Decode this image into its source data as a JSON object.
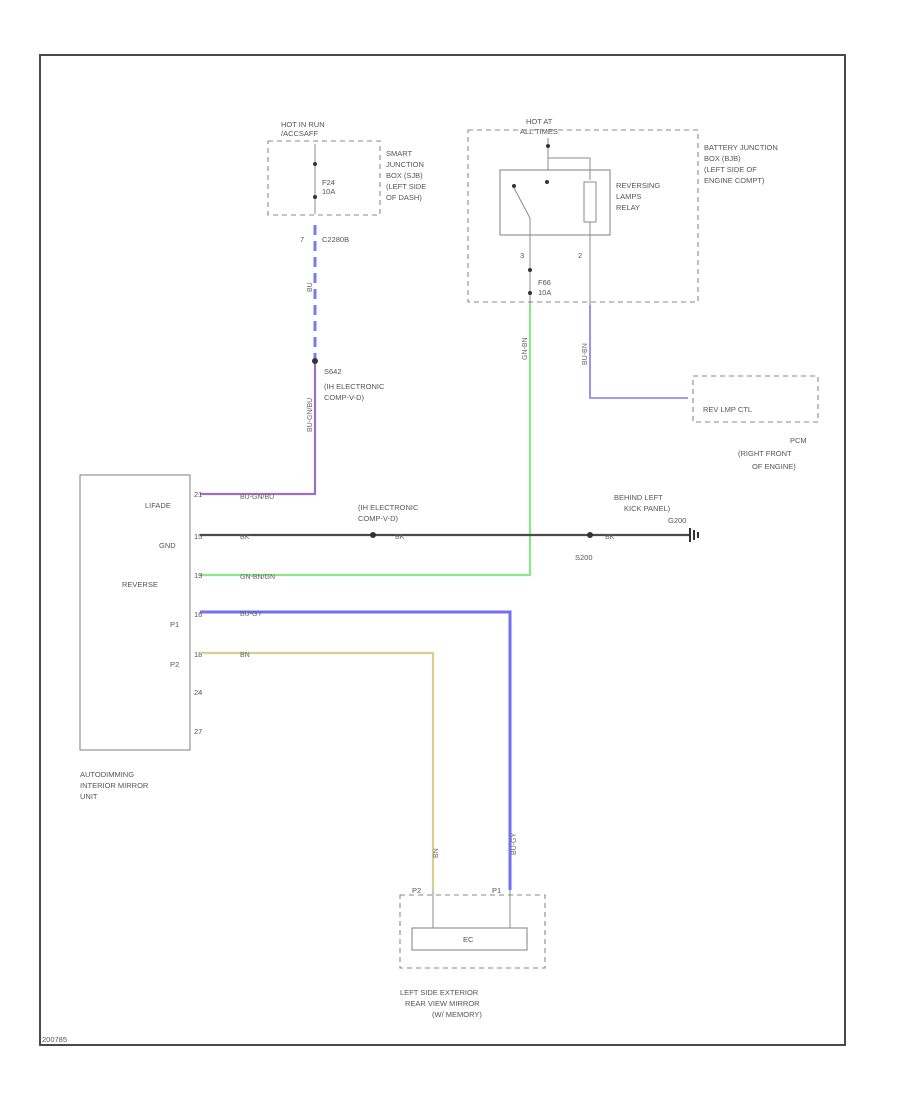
{
  "colors": {
    "blue_wire": "#7b7bef",
    "violet_wire": "#a070c0",
    "green_wire": "#8ce68c",
    "black_wire": "#4a4a4a",
    "yellow_wire": "#d8cf8e",
    "blue_dark_wire": "#7070f0"
  },
  "hot_in_run": [
    "HOT IN RUN",
    "/ACCSAFF"
  ],
  "smart_jbox": {
    "fuse": [
      "F24",
      "10A"
    ],
    "label": [
      "SMART",
      "JUNCTION",
      "BOX (SJB)",
      "(LEFT SIDE",
      "OF DASH)"
    ],
    "pin": "7",
    "connector": "C2280B"
  },
  "hot_at_all_times": [
    "HOT AT",
    "ALL TIMES"
  ],
  "battery_jbox": {
    "label": [
      "BATTERY JUNCTION",
      "BOX (BJB)",
      "(LEFT SIDE OF",
      "ENGINE COMPT)"
    ],
    "relay_label": [
      "REVERSING",
      "LAMPS",
      "RELAY"
    ],
    "pin_left": "3",
    "pin_right": "2",
    "fuse": [
      "F66",
      "10A"
    ]
  },
  "splice_s642": {
    "id": "S642",
    "label": [
      "(IH ELECTRONIC",
      "COMP-V-D)"
    ]
  },
  "pcm": {
    "pin_label": "REV LMP CTL",
    "label": [
      "PCM",
      "(RIGHT FRONT",
      "OF ENGINE)"
    ]
  },
  "mirror_unit": {
    "label": [
      "AUTODIMMING",
      "INTERIOR MIRROR",
      "UNIT"
    ],
    "pins": [
      {
        "name": "LIFADE",
        "num": "21"
      },
      {
        "name": "GND",
        "num": "15"
      },
      {
        "name": "REVERSE",
        "num": "19"
      },
      {
        "name": "P1",
        "num": "16"
      },
      {
        "name": "P2",
        "num": "18"
      },
      {
        "name": "",
        "num": "24"
      },
      {
        "name": "",
        "num": "27"
      }
    ]
  },
  "ground": {
    "splice_label": [
      "(IH ELECTRONIC",
      "COMP-V-D)"
    ],
    "ground_label": [
      "BEHIND LEFT",
      "KICK PANEL)"
    ],
    "ground_id": "G200",
    "splice_id": "S200"
  },
  "wire_labels": {
    "blue_vertical": "BU",
    "lifade_wire": "BU-GN/BU",
    "gnd_wire": "BK",
    "gnd_wire_mid": "BK",
    "gnd_wire_right": "BK",
    "reverse_wire": "GN-BN/GN",
    "p1_wire": "BU-GY",
    "p2_wire": "BN",
    "green_vertical": "GN-BN",
    "pcm_wire": "BU-BN",
    "yellow_vertical": "BN",
    "blue_vertical_low": "BU-GY"
  },
  "exterior_mirror": {
    "pin_left": "P2",
    "pin_right": "P1",
    "element": "EC",
    "label": [
      "LEFT SIDE EXTERIOR",
      "REAR VIEW MIRROR",
      "(W/ MEMORY)"
    ]
  },
  "footer_code": "200785"
}
